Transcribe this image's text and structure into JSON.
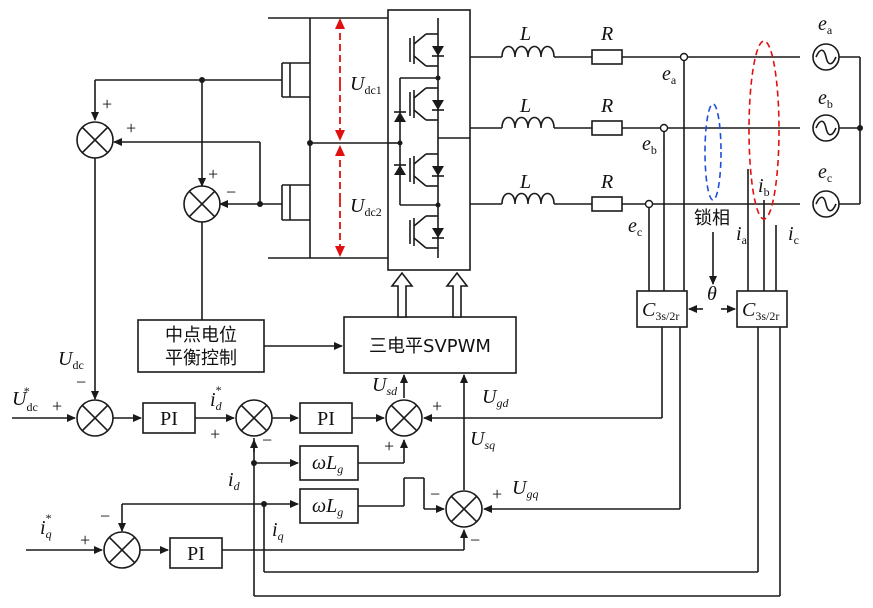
{
  "colors": {
    "line": "#1a1a1a",
    "dc_arrow": "#e01010",
    "ellipse_red": "#e01010",
    "ellipse_blue": "#1f4fd8"
  },
  "labels": {
    "L": "L",
    "R": "R",
    "e": "e",
    "ea_sub": "a",
    "eb_sub": "b",
    "ec_sub": "c",
    "U": "U",
    "dc1": "dc1",
    "dc2": "dc2",
    "dc": "dc",
    "dc_star": "*",
    "i": "i",
    "ia_sub": "a",
    "ib_sub": "b",
    "ic_sub": "c",
    "id_sub": "d",
    "iq_sub": "q",
    "star": "*",
    "Usd_sub": "sd",
    "Usq_sub": "sq",
    "Ugd_sub": "gd",
    "Ugq_sub": "gq",
    "C": "C",
    "c3s2r": "3s/2r",
    "theta": "θ",
    "lock": "锁相",
    "wL_w": "ω",
    "wL_L": "L",
    "wL_sub": "g",
    "PI": "PI",
    "svpwm": "三电平SVPWM",
    "balance_line1": "中点电位",
    "balance_line2": "平衡控制",
    "plus": "+",
    "minus": "−"
  }
}
